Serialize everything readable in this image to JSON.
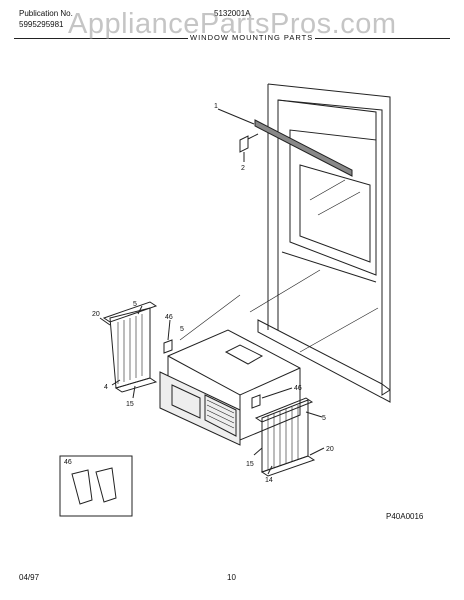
{
  "header": {
    "publication_label": "Publication No.",
    "publication_number": "5995295981",
    "model_code": "5132001A",
    "section_title": "WINDOW MOUNTING PARTS",
    "watermark": "AppliancePartsPros.com"
  },
  "callouts": [
    "1",
    "2",
    "20",
    "5",
    "46",
    "5",
    "4",
    "15",
    "46",
    "5",
    "20",
    "15",
    "14",
    "46"
  ],
  "figure_code": "P40A0016",
  "footer": {
    "date": "04/97",
    "page": "10"
  }
}
